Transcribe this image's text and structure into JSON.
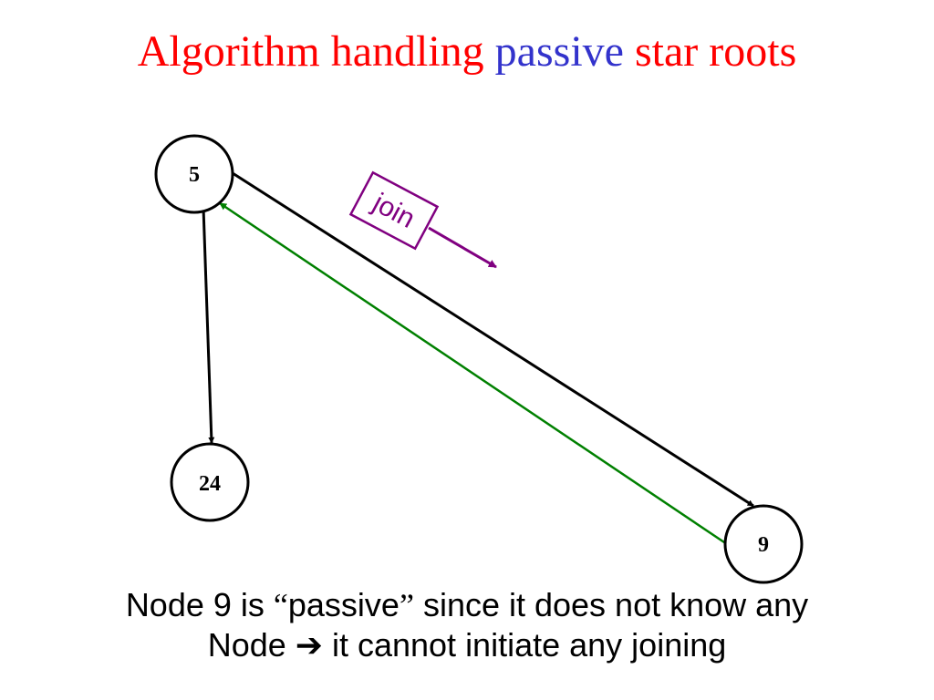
{
  "title": {
    "part1": "Algorithm handling ",
    "part2": "passive",
    "part3": " star roots",
    "colors": {
      "main": "#ff0000",
      "highlight": "#3333cc"
    }
  },
  "diagram": {
    "nodes": [
      {
        "id": "5",
        "label": "5"
      },
      {
        "id": "24",
        "label": "24"
      },
      {
        "id": "9",
        "label": "9"
      }
    ],
    "edges": [
      {
        "from": "5",
        "to": "24",
        "color": "#000000"
      },
      {
        "from": "5",
        "to": "9",
        "color": "#000000"
      },
      {
        "from": "9",
        "to": "5",
        "color": "#008000"
      }
    ],
    "message": {
      "label": "join",
      "color": "#800080"
    }
  },
  "caption": {
    "line1_a": "Node 9 is ",
    "open_quote": "“",
    "line1_b": "passive",
    "close_quote": "”",
    "line1_c": " since it does not know any",
    "line2_a": "Node ",
    "arrow": "➔",
    "line2_b": " it cannot initiate any joining"
  }
}
